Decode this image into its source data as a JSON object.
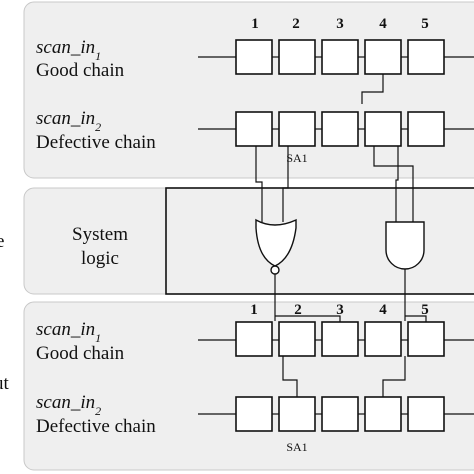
{
  "top_block": {
    "good_chain": {
      "input": "scan_in",
      "subscript": "1",
      "name": "Good chain"
    },
    "defective_chain": {
      "input": "scan_in",
      "subscript": "2",
      "name": "Defective chain"
    },
    "cell_numbers": [
      "1",
      "2",
      "3",
      "4",
      "5"
    ],
    "fault_label": "SA1"
  },
  "system_logic": {
    "line1": "System",
    "line2": "logic"
  },
  "bottom_block": {
    "good_chain": {
      "input": "scan_in",
      "subscript": "1",
      "name": "Good chain"
    },
    "defective_chain": {
      "input": "scan_in",
      "subscript": "2",
      "name": "Defective chain"
    },
    "cell_numbers": [
      "1",
      "2",
      "3",
      "4",
      "5"
    ],
    "fault_label": "SA1"
  },
  "edge_fragments": {
    "middle_right_edge": "e",
    "lower_left_edge": "ut"
  },
  "colors": {
    "panel": "#efefef",
    "line": "#111111",
    "cell": "#ffffff"
  }
}
